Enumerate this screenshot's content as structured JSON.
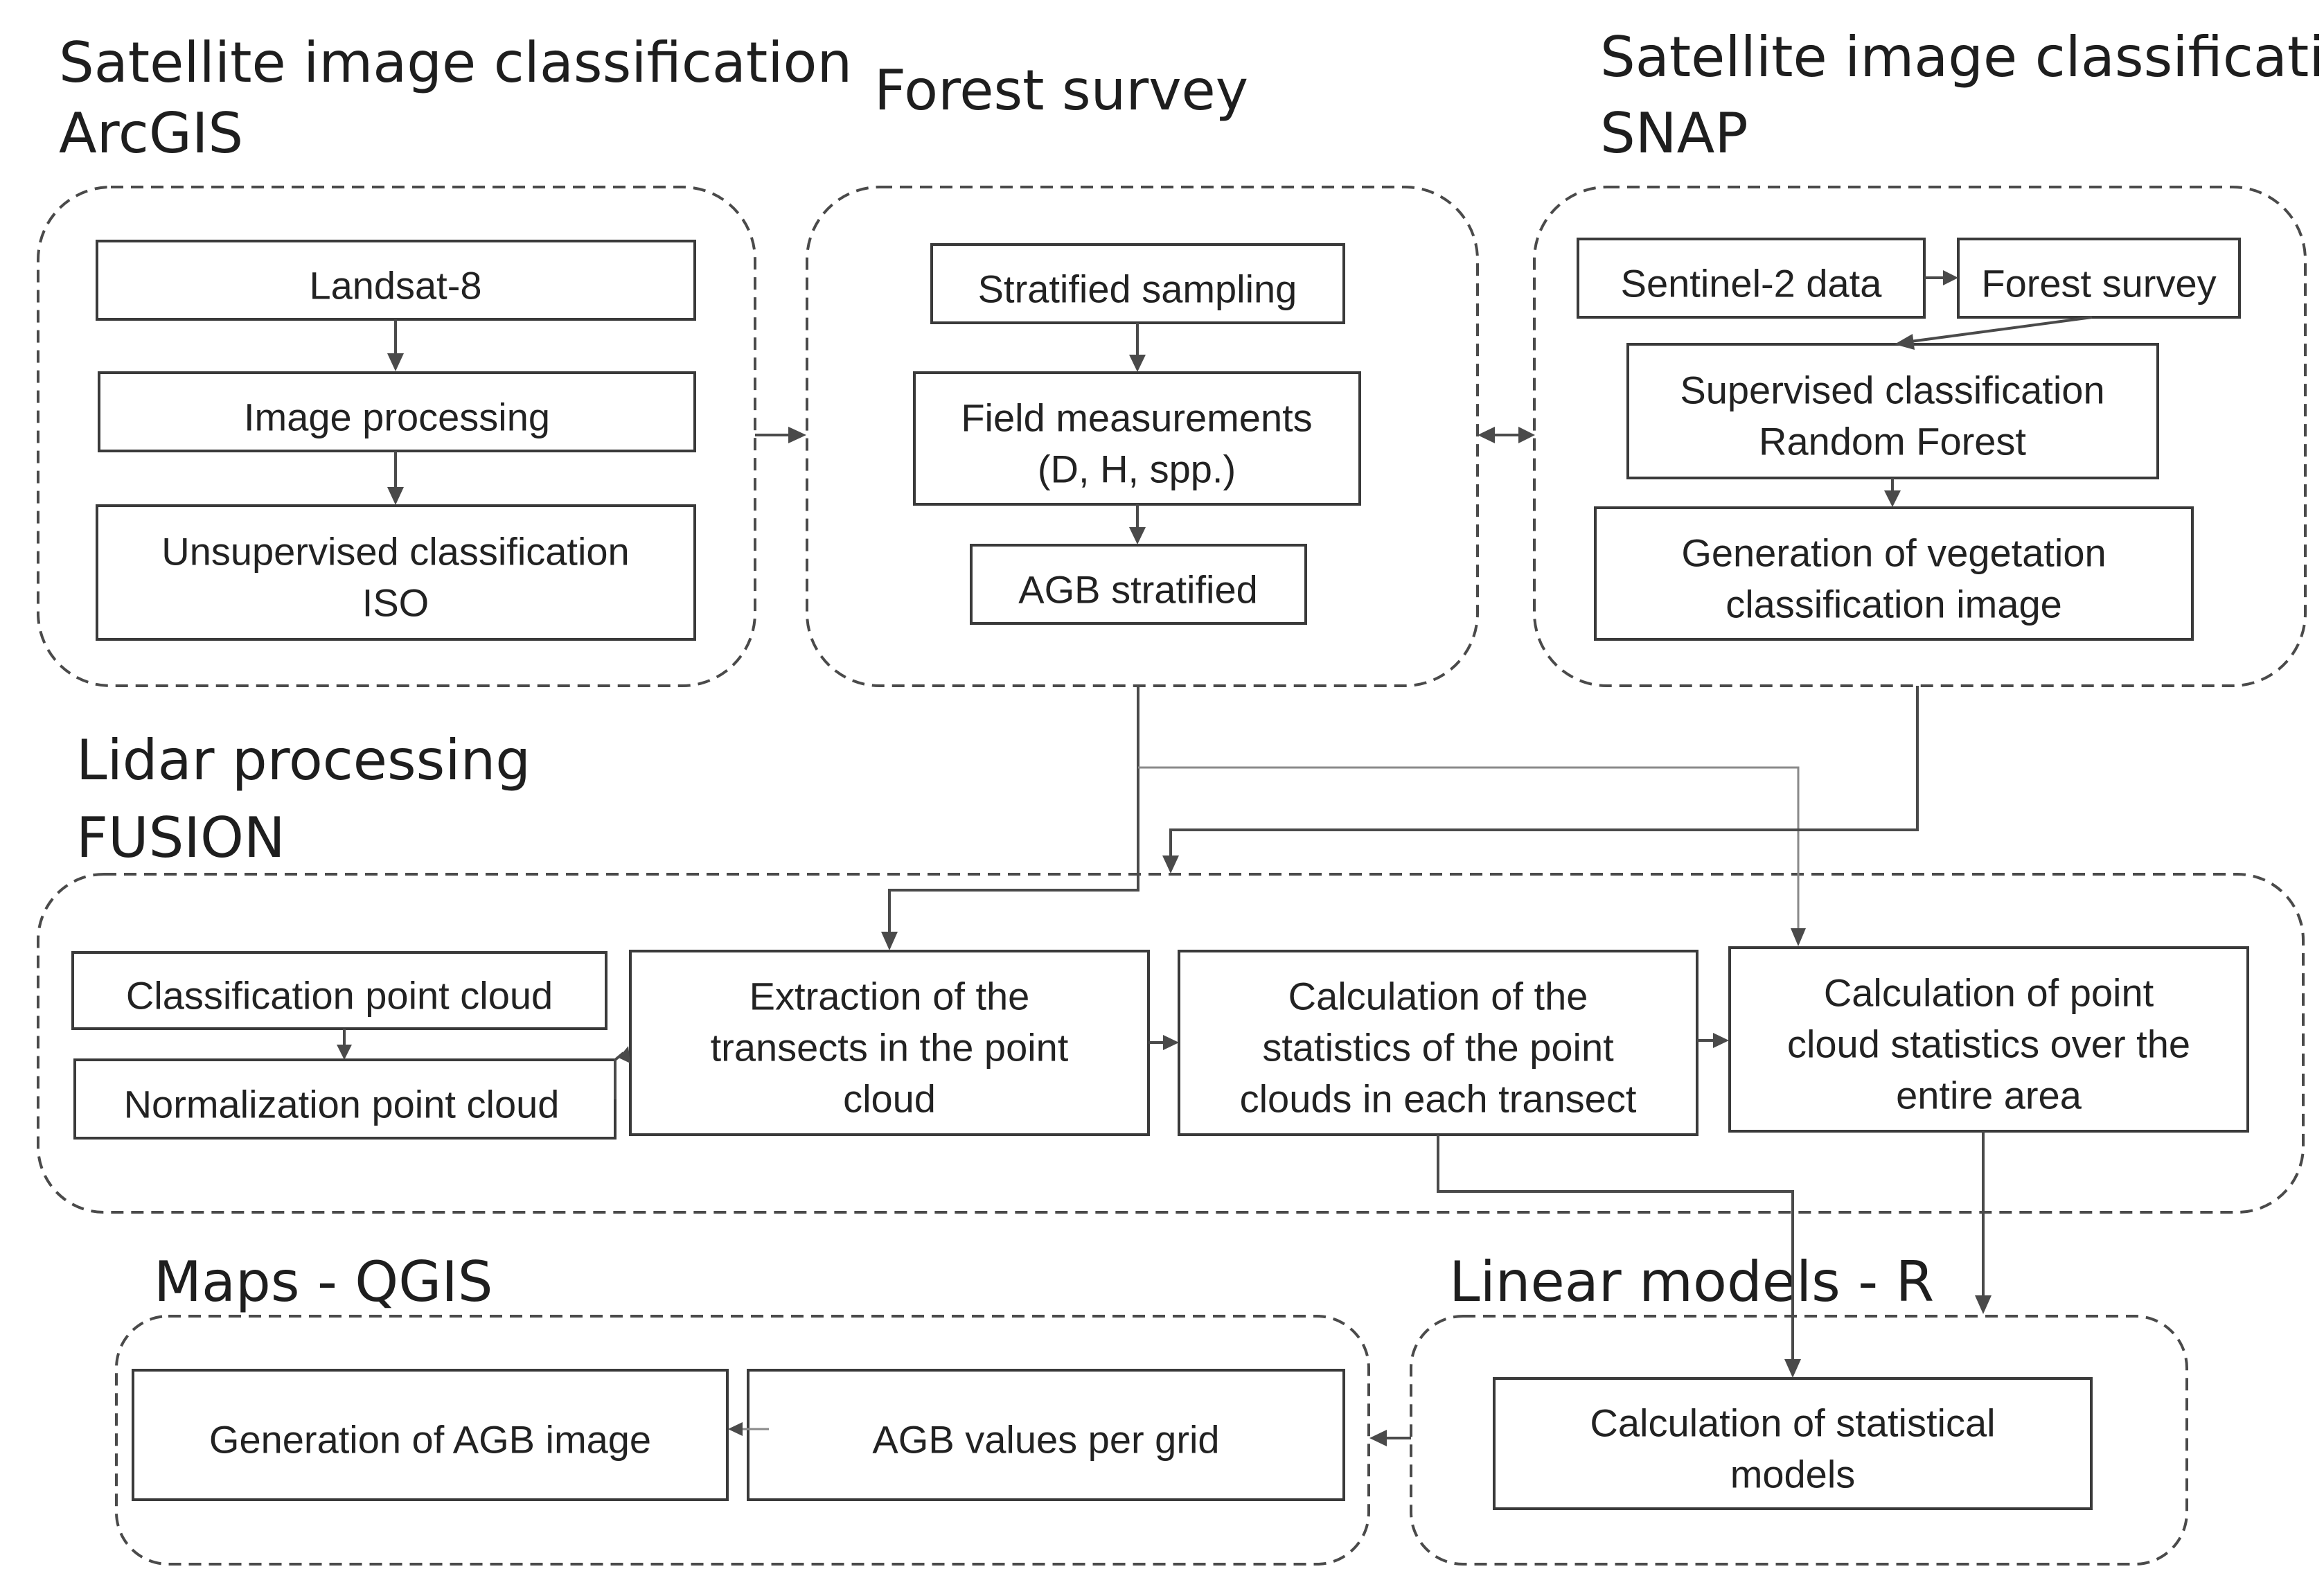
{
  "groups": {
    "arcgis": {
      "title": [
        "Satellite image classification",
        "ArcGIS"
      ],
      "boxes": {
        "landsat": [
          "Landsat-8"
        ],
        "image_processing": [
          "Image processing"
        ],
        "unsupervised": [
          "Unsupervised classification",
          "ISO"
        ]
      }
    },
    "forest_survey": {
      "title": [
        "Forest survey"
      ],
      "boxes": {
        "stratified_sampling": [
          "Stratified sampling"
        ],
        "field_measurements": [
          "Field measurements",
          "(D, H, spp.)"
        ],
        "agb_stratified": [
          "AGB stratified"
        ]
      }
    },
    "snap": {
      "title": [
        "Satellite image classification",
        "SNAP"
      ],
      "boxes": {
        "sentinel": [
          "Sentinel-2 data"
        ],
        "forest_survey": [
          "Forest survey"
        ],
        "supervised": [
          "Supervised classification",
          "Random Forest"
        ],
        "vegetation": [
          "Generation of vegetation",
          "classification image"
        ]
      }
    },
    "lidar": {
      "title": [
        "Lidar processing",
        "FUSION"
      ],
      "boxes": {
        "classification_point_cloud": [
          "Classification point cloud"
        ],
        "normalization_point_cloud": [
          "Normalization point cloud"
        ],
        "extraction": [
          "Extraction of the",
          "transects in the point",
          "cloud"
        ],
        "transect_statistics": [
          "Calculation of the",
          "statistics of the point",
          "clouds in each transect"
        ],
        "area_statistics": [
          "Calculation of point",
          "cloud statistics over the",
          "entire area"
        ]
      }
    },
    "qgis": {
      "title": [
        "Maps - QGIS"
      ],
      "boxes": {
        "agb_image": [
          "Generation of AGB image"
        ],
        "agb_values": [
          "AGB values per grid"
        ]
      }
    },
    "r_models": {
      "title": [
        "Linear models - R"
      ],
      "boxes": {
        "statistical_models": [
          "Calculation of statistical",
          "models"
        ]
      }
    }
  }
}
